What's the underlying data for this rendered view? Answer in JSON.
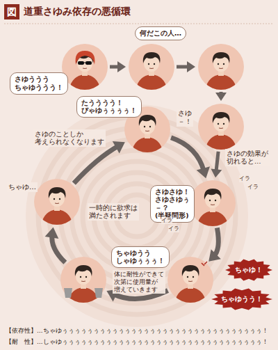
{
  "diagram": {
    "title": "道重さゆみ依存の悪循環",
    "nodes": [
      {
        "text": [
          "さゆううう ちゃゆううう！"
        ]
      },
      {
        "text": [
          "何だこの人…"
        ]
      },
      {
        "text": []
      },
      {
        "text": [
          "さゆ－！",
          "さゆの効果が 切れると…"
        ]
      },
      {
        "text": [
          "さゆさゆ！ さゆさゆぅ－？ (半疑問形)"
        ]
      },
      {
        "text": [
          "ちゃゆ！",
          "ちゃゆうう！"
        ]
      },
      {
        "text": [
          "ちゃゆうう しゃゆぅぅぅ！"
        ]
      },
      {
        "text": [
          "ちゃゆ…",
          "一時的に欲求は 満たされます"
        ]
      },
      {
        "text": [
          "たうううう！ ぴゃゆぅぅぅぅ！",
          "さゆのことしか 考えられなくなります"
        ]
      }
    ],
    "edges": [
      {
        "from": 0,
        "to": 1,
        "arrow": "to"
      },
      {
        "from": 1,
        "to": 2,
        "arrow": "to"
      },
      {
        "from": 2,
        "to": 3,
        "arrow": "to"
      },
      {
        "from": 3,
        "to": 4,
        "arrow": "to"
      },
      {
        "from": 4,
        "to": 5,
        "arrow": "to"
      },
      {
        "from": 5,
        "to": 6,
        "arrow": "to"
      },
      {
        "from": 6,
        "to": 7,
        "arrow": "to"
      },
      {
        "from": 7,
        "to": 8,
        "arrow": "to"
      },
      {
        "from": 8,
        "to": 4,
        "arrow": "to"
      }
    ],
    "labels": [
      "図",
      "イラ",
      "イラ",
      "イラ",
      "イラ",
      "体に耐性ができて 次第に使用量が 増えていきます",
      "【依存性】…ちゃゆぅぅぅぅぅぅぅぅぅぅぅぅぅぅぅぅぅぅぅぅぅぅぅぅぅぅぅぅぅぅぅぅ！",
      "【耐　性】…しゃゆぅぅぅぅぅぅぅぅぅぅぅぅぅぅぅぅぅぅぅぅぅぅぅぅぅぅぅぅぅぅぅぅ！"
    ]
  }
}
